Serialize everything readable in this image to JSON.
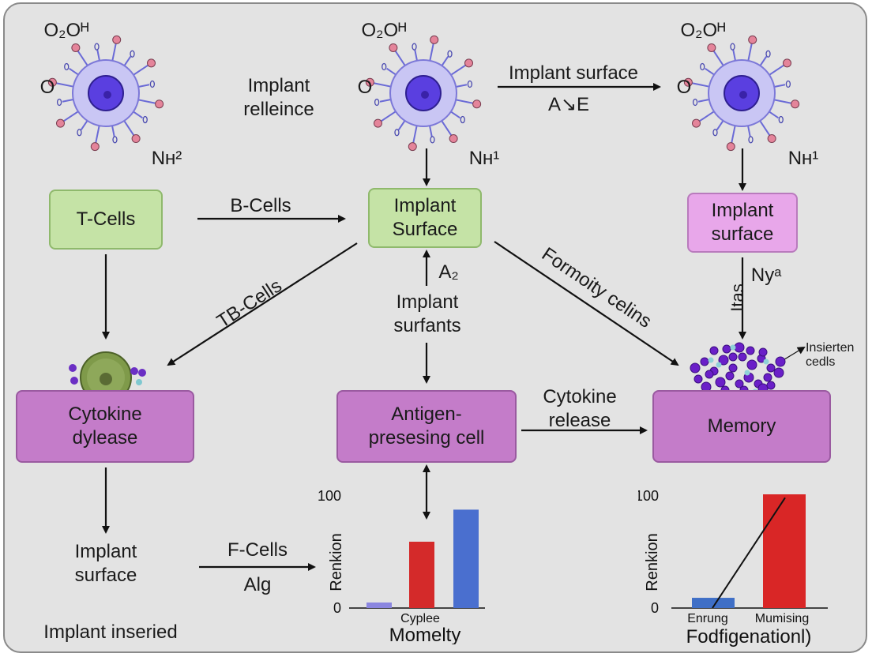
{
  "cells": {
    "formula_top": "O₂Oᴴ",
    "o_label": "O",
    "n_left": "Nʜ²",
    "n_mid": "Nʜ¹",
    "n_right": "Nʜ¹"
  },
  "labels": {
    "implant_relleince": "Implant\nrelleince",
    "implant_surface_arrow": "Implant surface",
    "ae": "A↘E",
    "b_cells": "B-Cells",
    "tb_cells": "TB-Cells",
    "a2": "A₂",
    "implant_surfants": "Implant\nsurfants",
    "formoity_celins": "Formoity celins",
    "itas": "Itas",
    "nya": "Nyᵃ",
    "insierten_cedls": "Insierten\ncedls",
    "cytokine_release": "Cytokine\nrelease",
    "implant_surface_bottom": "Implant\nsurface",
    "f_cells": "F-Cells",
    "alg": "Alg",
    "implant_inseried": "Implant inseried"
  },
  "boxes": {
    "t_cells": "T-Cells",
    "implant_surface_mid": "Implant\nSurface",
    "implant_surface_right": "Implant\nsurface",
    "cytokine_dylease": "Cytokine\ndylease",
    "antigen": "Antigen-\npresesing cell",
    "memory": "Memory"
  },
  "chart_data": [
    {
      "type": "bar",
      "ylabel": "Renkion",
      "xlabel": "Momelty",
      "category_label": "Cyplee",
      "ylim": [
        0,
        100
      ],
      "ticks": [
        "100",
        "0"
      ],
      "values": [
        5,
        60,
        89
      ],
      "colors": [
        "#8b86e0",
        "#d42a2a",
        "#4a6fcf"
      ]
    },
    {
      "type": "bar",
      "ylabel": "Renkion",
      "xlabel": "Fodfigenationl)",
      "categories": [
        "Enrung",
        "Mumising"
      ],
      "ylim": [
        0,
        100
      ],
      "ticks": [
        "100",
        "0"
      ],
      "values": [
        9,
        100
      ],
      "colors": [
        "#3f6fc6",
        "#d92626"
      ],
      "line": [
        0,
        97
      ]
    }
  ],
  "colors": {
    "cell_membrane": "#c9c6f4",
    "cell_nucleus": "#5a3fe0",
    "receptor_tip": "#e4849a",
    "background": "#e3e3e3"
  }
}
